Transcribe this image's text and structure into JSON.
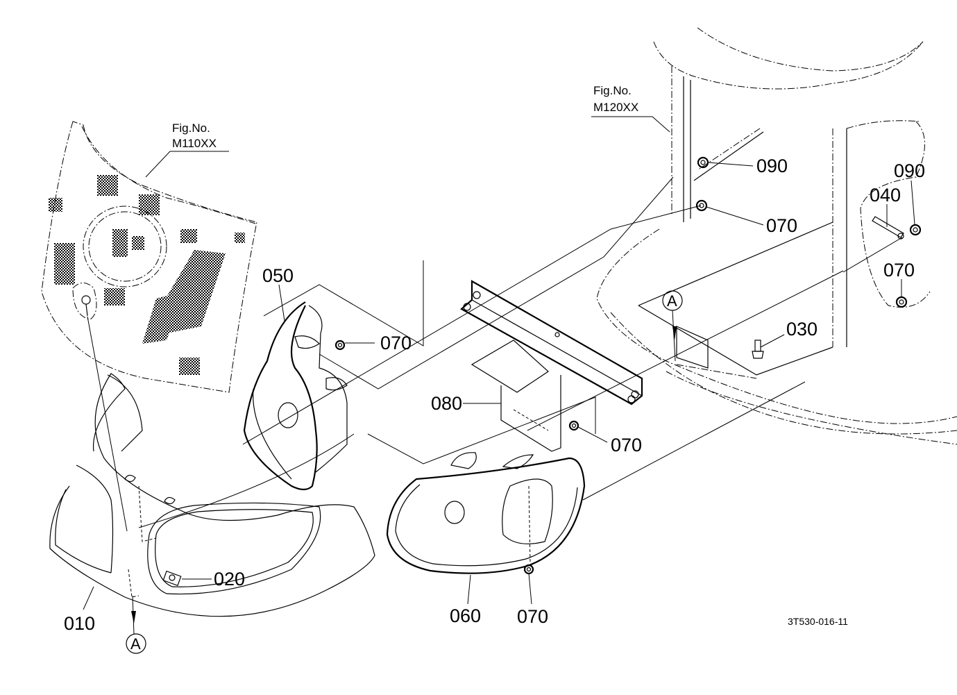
{
  "figure_refs": [
    {
      "line1": "Fig.No.",
      "line2": "M110XX"
    },
    {
      "line1": "Fig.No.",
      "line2": "M120XX"
    }
  ],
  "drawing_code": "3T530-016-11",
  "ref_marker": "A",
  "parts": {
    "p010": "010",
    "p020": "020",
    "p030": "030",
    "p040": "040",
    "p050": "050",
    "p060": "060",
    "p070_a": "070",
    "p070_b": "070",
    "p070_c": "070",
    "p070_d": "070",
    "p070_e": "070",
    "p080": "080",
    "p090_a": "090",
    "p090_b": "090"
  }
}
